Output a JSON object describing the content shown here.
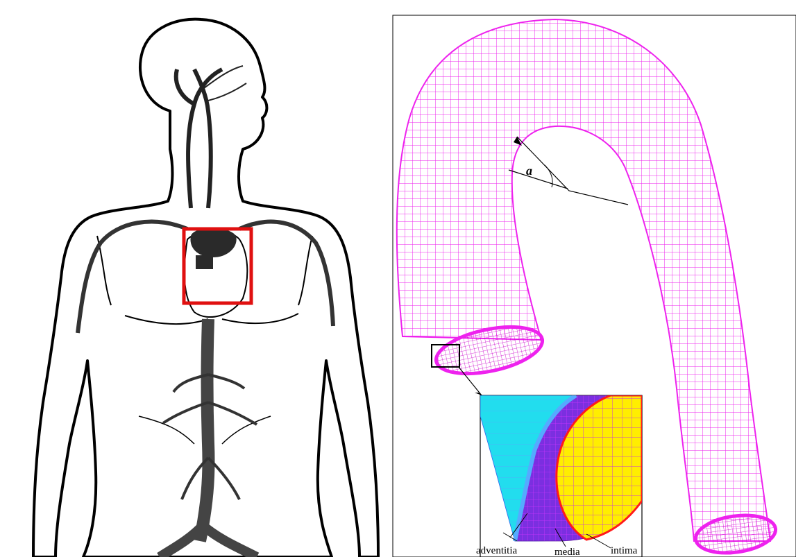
{
  "left_panel": {
    "figure": "human-body-arterial-system",
    "highlight_color": "#e01010"
  },
  "right_panel": {
    "figure": "aortic-arch-mesh",
    "mesh_color": "#ee22ee",
    "angle_symbol": "a",
    "layers": {
      "adventitia": {
        "label": "adventitia",
        "color": "#22ddee"
      },
      "media": {
        "label": "media",
        "color": "#8a2be2"
      },
      "intima": {
        "label": "intima",
        "color": "#ffee00"
      }
    }
  }
}
